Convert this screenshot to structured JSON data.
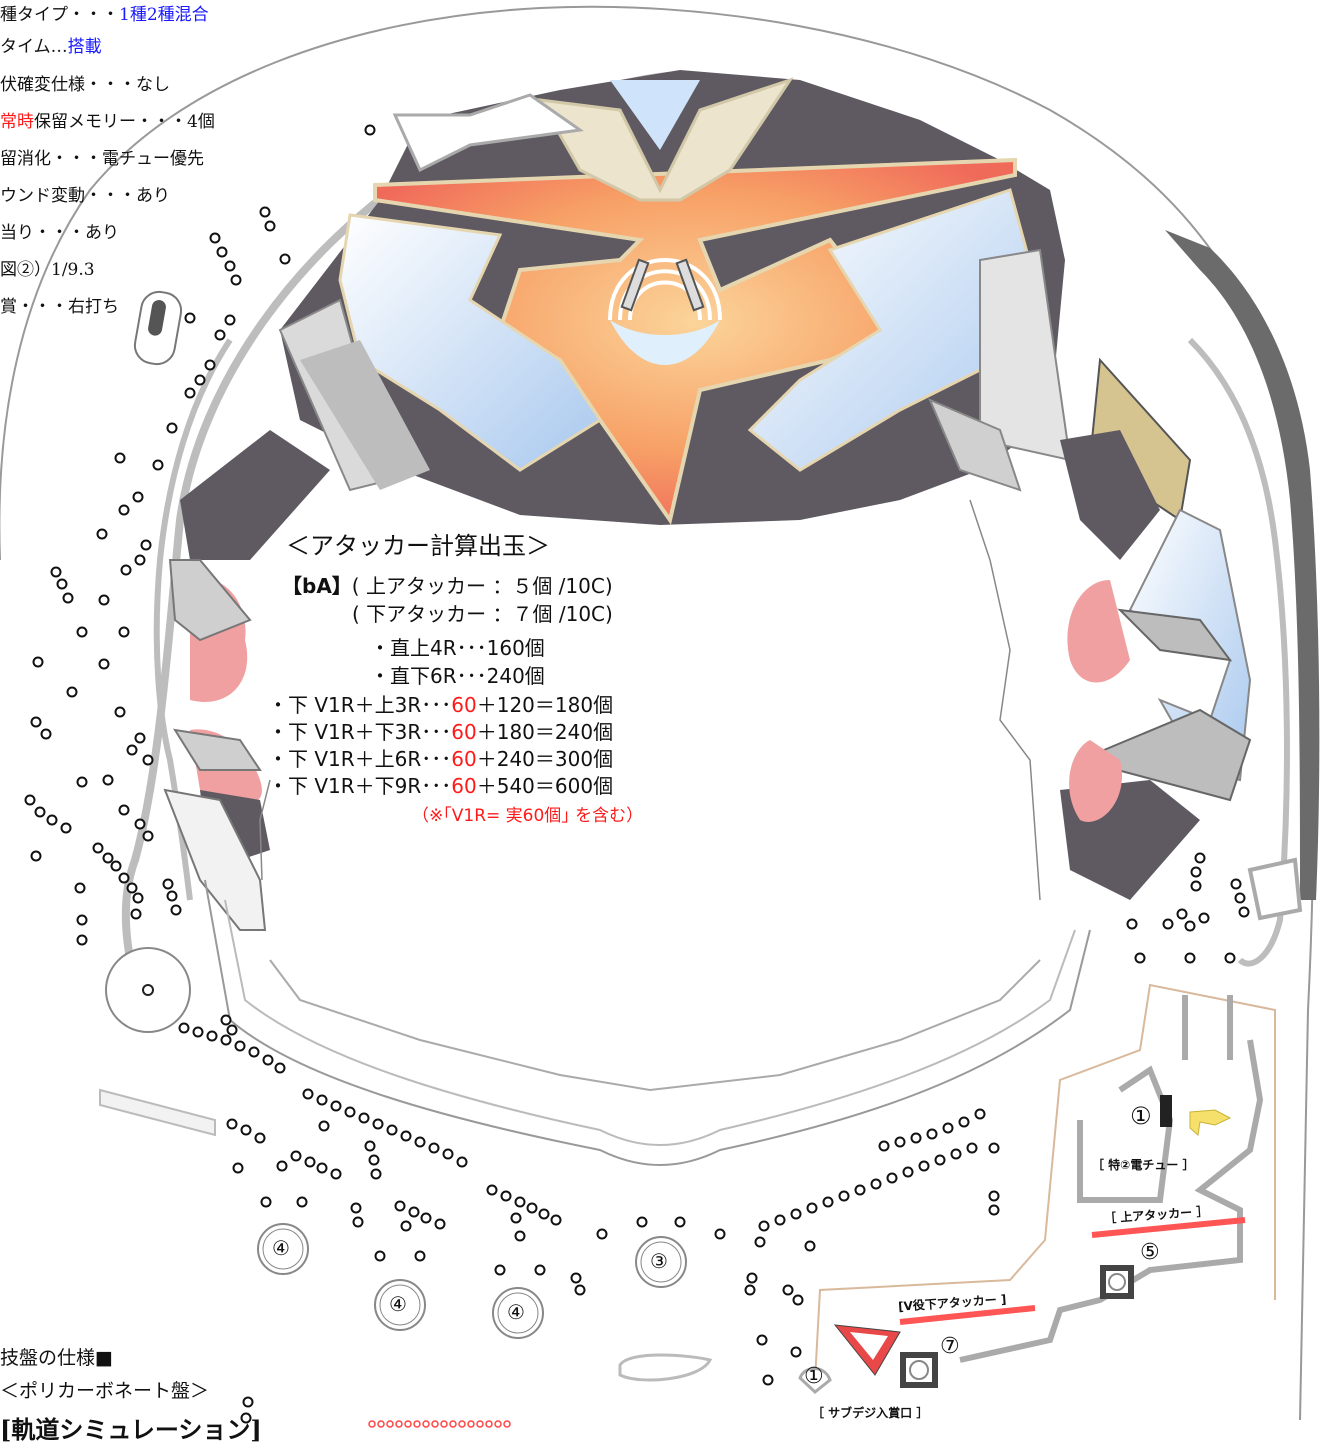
{
  "specs": [
    {
      "label": "種タイプ・・・",
      "value": "1種2種混合",
      "value_color": "blue"
    },
    {
      "label": "タイム…",
      "value": "搭載",
      "value_color": "blue"
    },
    {
      "label": "伏確変仕様・・・なし",
      "value": ""
    },
    {
      "prefix_red": "常時",
      "label": "保留メモリー・・・4個",
      "value": ""
    },
    {
      "label": "留消化・・・電チュー優先",
      "value": ""
    },
    {
      "label": "ウンド変動・・・あり",
      "value": ""
    },
    {
      "label": "当り・・・あり",
      "value": ""
    },
    {
      "label": "図②）1/9.3",
      "value": ""
    },
    {
      "label": "賞・・・右打ち",
      "value": ""
    }
  ],
  "calc": {
    "title": "＜アタッカー計算出玉＞",
    "l1_head": "【bA】",
    "l1": "( 上アタッカー ：５個 /10C)",
    "l2": "( 下アタッカー ：７個 /10C)",
    "l3": "・直上4R･･･160個",
    "l4": "・直下6R･･･240個",
    "rows": [
      {
        "a": "・下 V1R＋上3R･･･",
        "r": "60",
        "b": "＋120＝180個"
      },
      {
        "a": "・下 V1R＋下3R･･･",
        "r": "60",
        "b": "＋180＝240個"
      },
      {
        "a": "・下 V1R＋上6R･･･",
        "r": "60",
        "b": "＋240＝300個"
      },
      {
        "a": "・下 V1R＋下9R･･･",
        "r": "60",
        "b": "＋540＝600個"
      }
    ],
    "note": "（※｢V1R= 実60個｣ を含む）"
  },
  "labels": {
    "tokuden": "［ 特②電チュー ］",
    "upper_attacker": "［ 上アタッカー ］",
    "v_lower_attacker": "[V役下アタッカー ]",
    "subdeji": "［ サブデジ入賞口 ］"
  },
  "numbers": {
    "n1": "①",
    "n5": "⑤",
    "n7": "⑦",
    "n1b": "①",
    "n4": "④",
    "n3": "③"
  },
  "bottom": {
    "line1": "技盤の仕様■",
    "line2": "＜ポリカーボネート盤＞",
    "line3": "[軌道シミュレーション]"
  },
  "colors": {
    "rail": "#b8b8b8",
    "dark": "#5f5f5f",
    "red_bar": "#ff5555",
    "tan": "#d9b99b",
    "pink": "#f0a0a0",
    "orange": "#f7a060",
    "lightblue": "#cfe4fa"
  }
}
